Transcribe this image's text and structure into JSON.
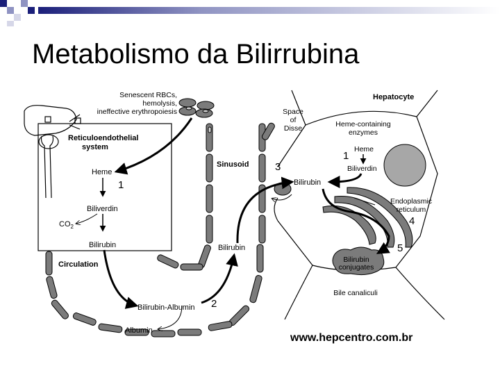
{
  "slide": {
    "title": "Metabolismo da Bilirrubina",
    "website": "www.hepcentro.com.br"
  },
  "colors": {
    "deco_dark": "#1b1f7a",
    "deco_mid": "#8f93c2",
    "deco_light": "#d6d7e8",
    "cell_fill": "#7b7b7b",
    "nucleus_fill": "#a7a7a7"
  },
  "diagram": {
    "labels": {
      "senescent_l1": "Senescent RBCs,",
      "senescent_l2": "hemolysis,",
      "senescent_l3": "ineffective erythropoiesis",
      "res_l1": "Reticuloendothelial",
      "res_l2": "system",
      "res_heme": "Heme",
      "res_biliverdin": "Biliverdin",
      "res_co2": "CO",
      "res_co2_sub": "2",
      "res_bilirubin": "Bilirubin",
      "circulation": "Circulation",
      "bilirubin_albumin": "Bilirubin-Albumin",
      "albumin": "Albumin",
      "sinusoid": "Sinusoid",
      "sinusoid_bilirubin": "Bilirubin",
      "disse_l1": "Space",
      "disse_l2": "of",
      "disse_l3": "Disse",
      "hepatocyte": "Hepatocyte",
      "heme_enz_l1": "Heme-containing",
      "heme_enz_l2": "enzymes",
      "hep_heme": "Heme",
      "hep_biliverdin": "Biliverdin",
      "hep_bilirubin": "Bilirubin",
      "er_l1": "Endoplasmic",
      "er_l2": "reticulum",
      "conj_l1": "Bilirubin",
      "conj_l2": "conjugates",
      "canaliculi": "Bile canaliculi"
    },
    "steps": {
      "s1_res": "1",
      "s1_hep": "1",
      "s2": "2",
      "s3": "3",
      "s4": "4",
      "s5": "5"
    }
  }
}
